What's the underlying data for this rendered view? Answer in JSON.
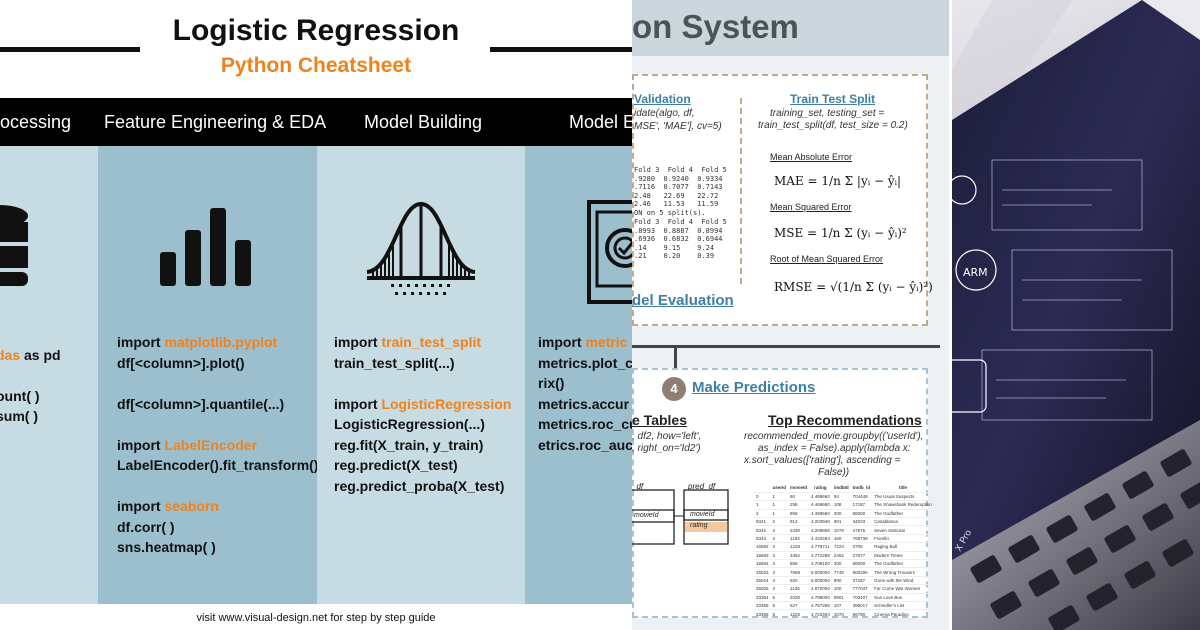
{
  "cheatsheet": {
    "title": "Logistic Regression",
    "subtitle": "Python Cheatsheet",
    "tabs": [
      "ocessing",
      "Feature Engineering & EDA",
      "Model Building",
      "Model E"
    ],
    "columns": [
      {
        "name": "preprocessing",
        "icon": "database-icon",
        "lines": [
          {
            "text": "",
            "highlight": ""
          },
          {
            "text": "",
            "highlight": ""
          },
          {
            "text": "",
            "highlight": ""
          },
          {
            "text": "",
            "highlight": ""
          }
        ],
        "snippets": [
          {
            "prefix": "",
            "orange": "das",
            "suffix": " as pd"
          },
          {
            "prefix": "",
            "orange": "",
            "suffix": ""
          },
          {
            "prefix": "ount( )",
            "orange": "",
            "suffix": ""
          },
          {
            "prefix": "sum( )",
            "orange": "",
            "suffix": ""
          }
        ]
      },
      {
        "name": "feature-engineering",
        "icon": "bar-chart-icon",
        "snippets": [
          {
            "prefix": "import ",
            "orange": "matplotlib.pyplot",
            "suffix": ""
          },
          {
            "prefix": "df[<column>].plot()",
            "orange": "",
            "suffix": ""
          },
          {
            "prefix": "",
            "orange": "",
            "suffix": ""
          },
          {
            "prefix": "df[<column>].quantile(...)",
            "orange": "",
            "suffix": ""
          },
          {
            "prefix": "",
            "orange": "",
            "suffix": ""
          },
          {
            "prefix": "import ",
            "orange": "LabelEncoder",
            "suffix": ""
          },
          {
            "prefix": "LabelEncoder().fit_transform()",
            "orange": "",
            "suffix": ""
          },
          {
            "prefix": "",
            "orange": "",
            "suffix": ""
          },
          {
            "prefix": "import ",
            "orange": "seaborn",
            "suffix": ""
          },
          {
            "prefix": "df.corr( )",
            "orange": "",
            "suffix": ""
          },
          {
            "prefix": "sns.heatmap( )",
            "orange": "",
            "suffix": ""
          }
        ]
      },
      {
        "name": "model-building",
        "icon": "bell-curve-icon",
        "snippets": [
          {
            "prefix": "import ",
            "orange": "train_test_split",
            "suffix": ""
          },
          {
            "prefix": "train_test_split(...)",
            "orange": "",
            "suffix": ""
          },
          {
            "prefix": "",
            "orange": "",
            "suffix": ""
          },
          {
            "prefix": "import ",
            "orange": "LogisticRegression",
            "suffix": ""
          },
          {
            "prefix": "LogisticRegression(...)",
            "orange": "",
            "suffix": ""
          },
          {
            "prefix": "reg.fit(X_train, y_train)",
            "orange": "",
            "suffix": ""
          },
          {
            "prefix": "reg.predict(X_test)",
            "orange": "",
            "suffix": ""
          },
          {
            "prefix": "reg.predict_proba(X_test)",
            "orange": "",
            "suffix": ""
          }
        ]
      },
      {
        "name": "model-evaluation",
        "icon": "certificate-icon",
        "snippets": [
          {
            "prefix": "import ",
            "orange": "metric",
            "suffix": ""
          },
          {
            "prefix": "metrics.plot_c",
            "orange": "",
            "suffix": ""
          },
          {
            "prefix": "rix()",
            "orange": "",
            "suffix": ""
          },
          {
            "prefix": "metrics.accur",
            "orange": "",
            "suffix": ""
          },
          {
            "prefix": "metrics.roc_cu",
            "orange": "",
            "suffix": ""
          },
          {
            "prefix": "etrics.roc_auc",
            "orange": "",
            "suffix": ""
          }
        ]
      }
    ],
    "footer": "visit www.visual-design.net for step by step guide",
    "colors": {
      "accent": "#f0821e",
      "col_light": "#c7dbe3",
      "col_dark": "#9cbfcd"
    }
  },
  "recsys": {
    "header_title": "on System",
    "cross_validation": {
      "heading": "Validation",
      "code": [
        "idate(algo, df,",
        "MSE', 'MAE'], cv=5)"
      ],
      "table1": "Fold 3  Fold 4  Fold 5\n.9280  0.9240  0.9334\n.7116  0.7077  0.7143\n2.48   22.69   22.72\n2.46   11.53   11.59\nON on 5 split(s).",
      "table2": "Fold 3  Fold 4  Fold 5\n.8993  0.8887  0.8994\n.6936  0.6832  0.6944\n.14    9.15    9.24\n.21    0.20    0.39"
    },
    "train_test": {
      "heading": "Train Test Split",
      "code": [
        "training_set, testing_set =",
        "train_test_split(df, test_size = 0.2)"
      ],
      "mae_label": "Mean Absolute Error",
      "mae_formula": "MAE = 1/n Σ |yᵢ − ŷᵢ|",
      "mse_label": "Mean Squared Error",
      "mse_formula": "MSE = 1/n Σ (yᵢ − ŷᵢ)²",
      "rmse_label": "Root of Mean Squared Error",
      "rmse_formula": "RMSE = √(1/n Σ (yᵢ − ŷᵢ)²)"
    },
    "model_eval": "del Evaluation",
    "step_number": "4",
    "make_predictions": "Make Predictions",
    "merge": {
      "heading": "e Tables",
      "code": [
        ", df2, how='left',",
        ", right_on='Id2')"
      ],
      "sketch_left": "_df",
      "sketch_left_cell": "movieId",
      "sketch_right": "pred_df",
      "sketch_right_cell1": "movieId",
      "sketch_right_cell2": "rating"
    },
    "top_recs": {
      "heading": "Top Recommendations",
      "code": [
        "recommended_movie.groupby(('userId'),",
        "as_index = False).apply(lambda x:",
        "x.sort_values(['rating'], ascending =",
        "False))"
      ],
      "columns": [
        "",
        "userId",
        "movieId",
        "rating",
        "imdbId",
        "tmdb_id",
        "title"
      ],
      "rows": [
        [
          "0",
          "1",
          "60",
          "4.469660",
          "94",
          "704448",
          "The Usual Suspects"
        ],
        [
          "1",
          "1",
          "258",
          "4.469660",
          "108",
          "17187",
          "The Shawshank Redemption"
        ],
        [
          "2",
          "1",
          "858",
          "4.469660",
          "300",
          "68000",
          "The Godfather"
        ],
        [
          "8341",
          "2",
          "912",
          "4.203948",
          "901",
          "34033",
          "Casablanca"
        ],
        [
          "8342",
          "2",
          "2330",
          "4.209855",
          "1078",
          "47676",
          "Seven Samurai"
        ],
        [
          "8343",
          "2",
          "1193",
          "4.440483",
          "160",
          "769739",
          "Fiorello"
        ],
        [
          "16682",
          "3",
          "1228",
          "4.778711",
          "7224",
          "3709",
          "Raging Bull"
        ],
        [
          "16683",
          "3",
          "3462",
          "4.772288",
          "2462",
          "27877",
          "Modern Times"
        ],
        [
          "16684",
          "3",
          "858",
          "4.709100",
          "300",
          "68000",
          "The Godfather"
        ],
        [
          "25023",
          "4",
          "7968",
          "5.000000",
          "7746",
          "900296",
          "The Wrong Trousers"
        ],
        [
          "25024",
          "4",
          "920",
          "5.000000",
          "900",
          "37287",
          "Gone with the Wind"
        ],
        [
          "25025",
          "4",
          "1136",
          "4.870000",
          "100",
          "777047",
          "Far Come War Women"
        ],
        [
          "33364",
          "5",
          "2020",
          "4.788000",
          "8901",
          "700407",
          "Sun Love Bus"
        ],
        [
          "33365",
          "5",
          "527",
          "4.757286",
          "107",
          "399017",
          "Schindler's List"
        ],
        [
          "33366",
          "5",
          "1225",
          "4.723494",
          "1070",
          "66790",
          "Cinema Paradiso"
        ]
      ]
    }
  },
  "photo": {
    "badge_text": "ARM",
    "brand_text": "X Pro"
  }
}
